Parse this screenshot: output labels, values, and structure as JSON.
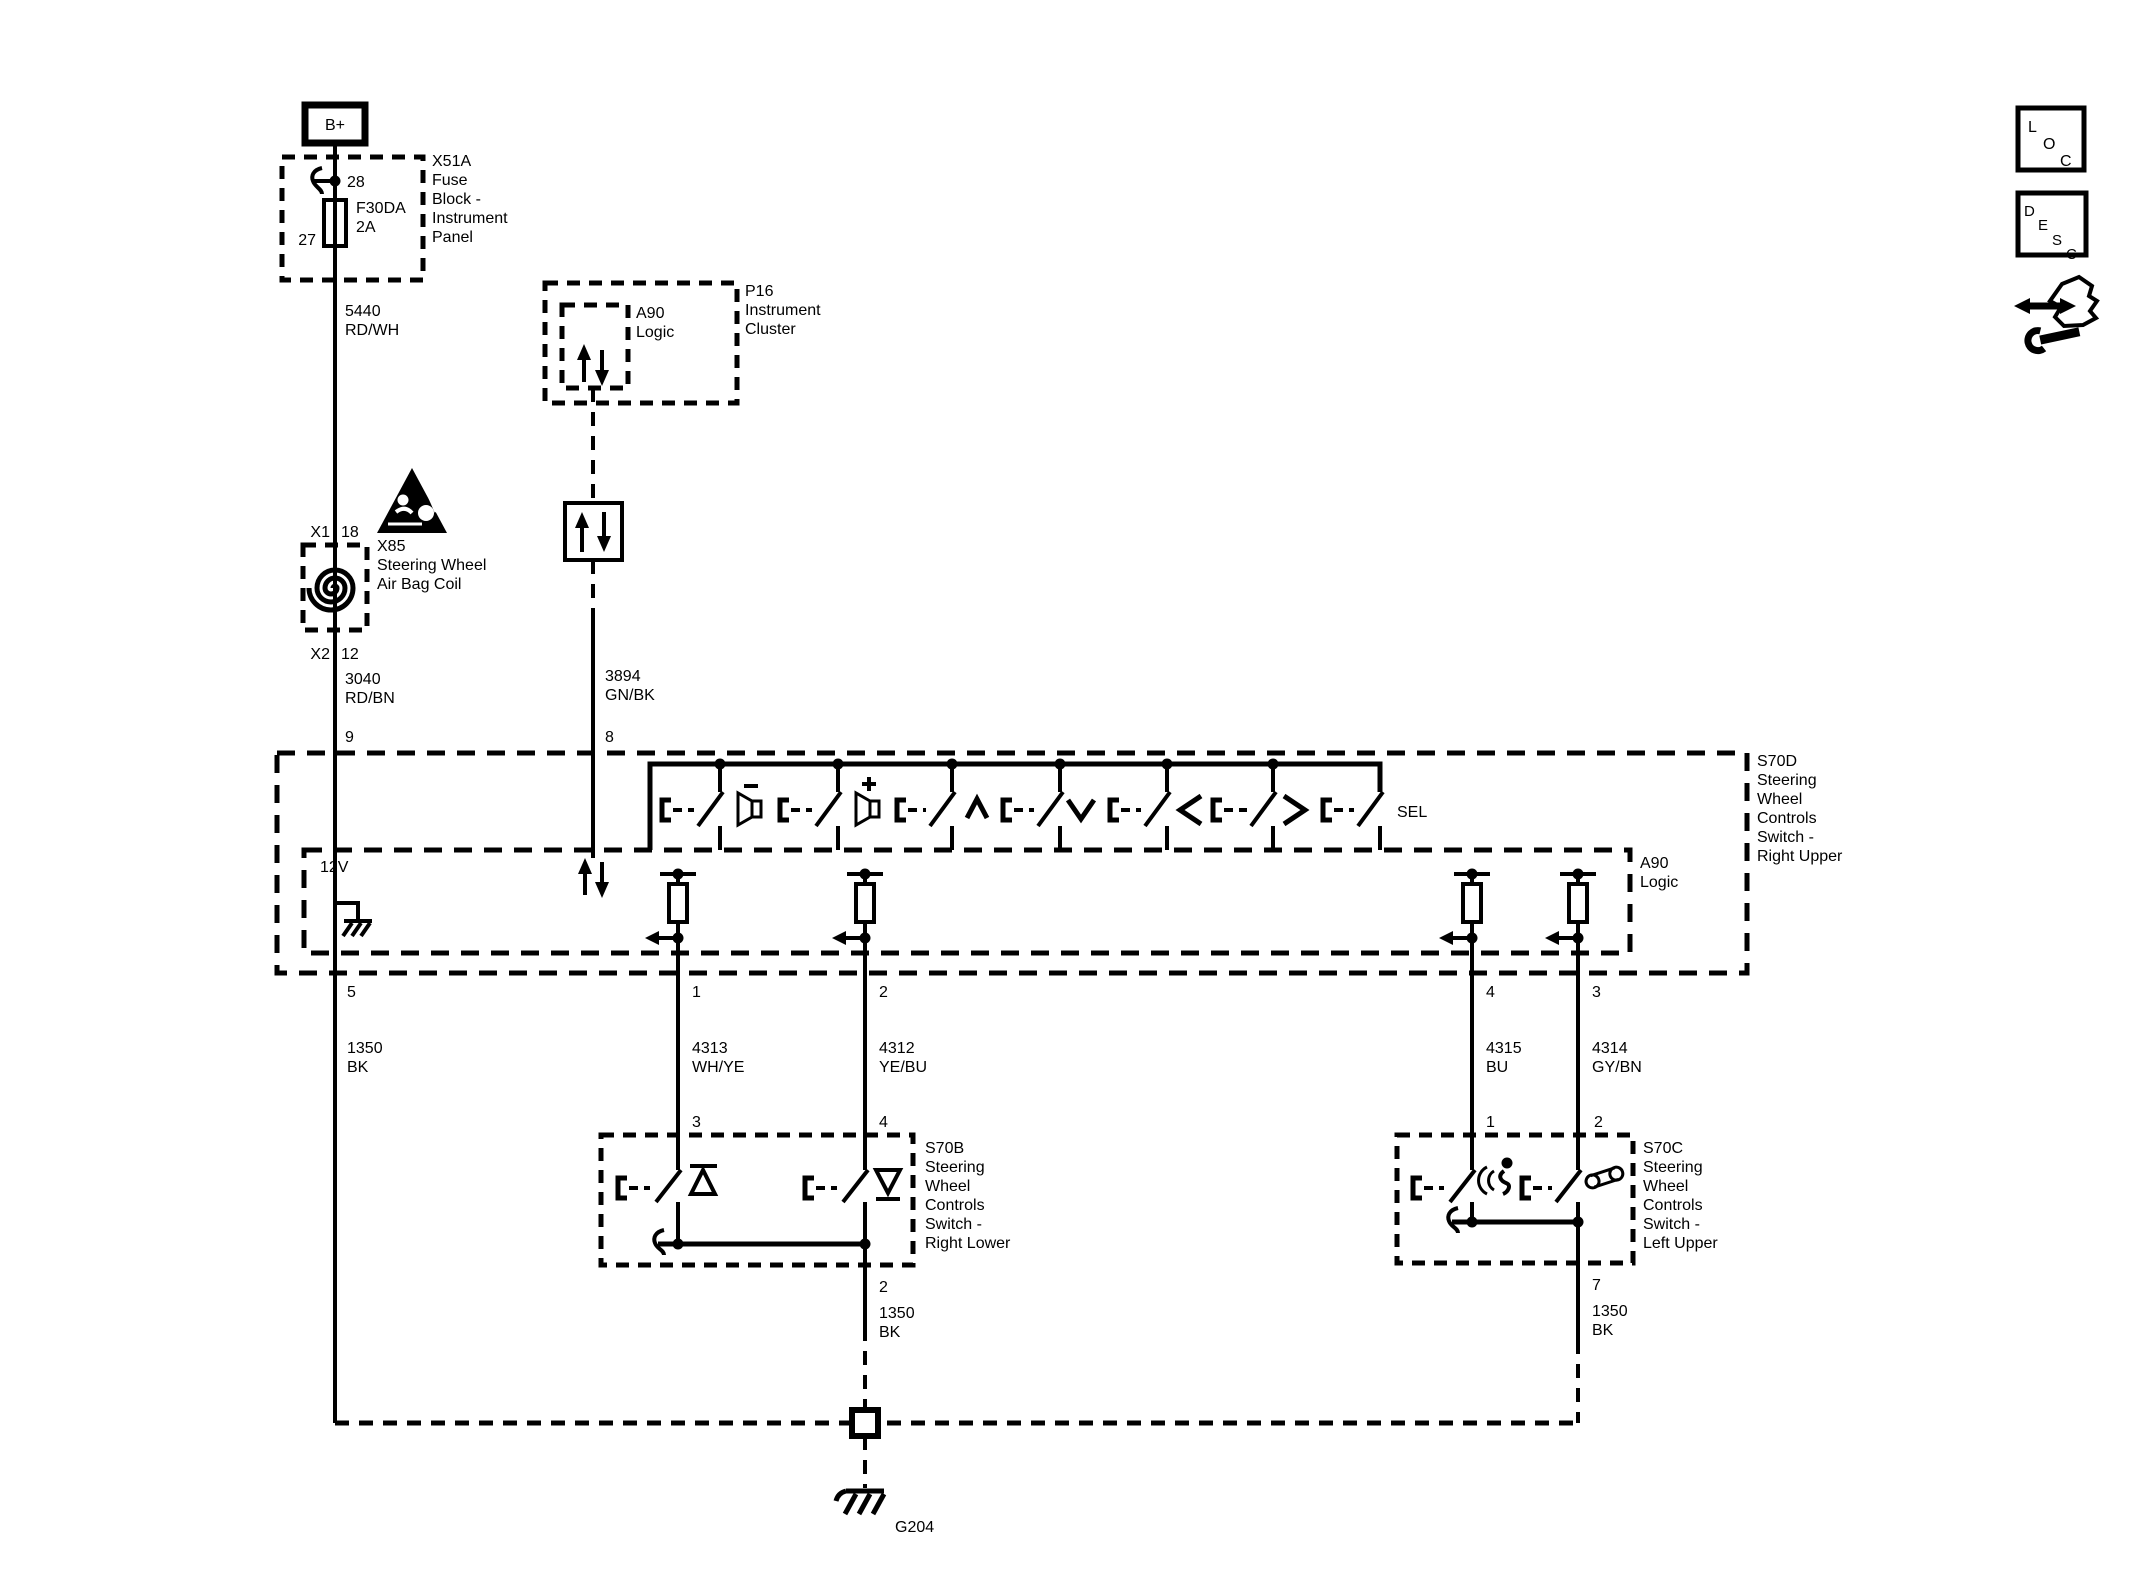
{
  "power": {
    "label": "B+"
  },
  "fuse_block": {
    "title": [
      "X51A",
      "Fuse",
      "Block -",
      "Instrument",
      "Panel"
    ],
    "pin_top": "28",
    "pin_bottom": "27",
    "fuse_name": "F30DA",
    "fuse_rating": "2A"
  },
  "wire_5440": [
    "5440",
    "RD/WH"
  ],
  "airbag": {
    "conn_top": "X1",
    "pin_top": "18",
    "title": [
      "X85",
      "Steering Wheel",
      "Air Bag Coil"
    ],
    "conn_bottom": "X2",
    "pin_bottom": "12"
  },
  "wire_3040": [
    "3040",
    "RD/BN"
  ],
  "cluster": {
    "logic_title": [
      "A90",
      "Logic"
    ],
    "title": [
      "P16",
      "Instrument",
      "Cluster"
    ]
  },
  "wire_3894": [
    "3894",
    "GN/BK"
  ],
  "s70d": {
    "pin_left": "9",
    "pin_right": "8",
    "title": [
      "S70D",
      "Steering",
      "Wheel",
      "Controls",
      "Switch -",
      "Right Upper"
    ],
    "sel": "SEL",
    "logic_title": [
      "A90",
      "Logic"
    ],
    "supply": "12V",
    "pins_out": [
      "5",
      "1",
      "2",
      "4",
      "3"
    ]
  },
  "wire_1350_left": [
    "1350",
    "BK"
  ],
  "wire_4313": [
    "4313",
    "WH/YE"
  ],
  "wire_4312": [
    "4312",
    "YE/BU"
  ],
  "wire_4315": [
    "4315",
    "BU"
  ],
  "wire_4314": [
    "4314",
    "GY/BN"
  ],
  "s70b": {
    "pin_in_left": "3",
    "pin_in_right": "4",
    "title": [
      "S70B",
      "Steering",
      "Wheel",
      "Controls",
      "Switch -",
      "Right Lower"
    ],
    "pin_out": "2"
  },
  "wire_1350_center": [
    "1350",
    "BK"
  ],
  "s70c": {
    "pin_in_left": "1",
    "pin_in_right": "2",
    "title": [
      "S70C",
      "Steering",
      "Wheel",
      "Controls",
      "Switch -",
      "Left Upper"
    ],
    "pin_out": "7"
  },
  "wire_1350_right": [
    "1350",
    "BK"
  ],
  "ground": {
    "label": "G204"
  },
  "nav": {
    "loc": [
      "L",
      "O",
      "C"
    ],
    "desc": [
      "D",
      "E",
      "S",
      "C"
    ]
  },
  "icons": {
    "airbag_warning": "airbag-warning-triangle",
    "coil": "clockspring-coil",
    "bidirectional": "up-down-arrows",
    "volume_down": "speaker-minus",
    "volume_up": "speaker-plus",
    "up_chevron": "chevron-up",
    "down_chevron": "chevron-down",
    "left_chevron": "chevron-left",
    "right_chevron": "chevron-right",
    "seek_up": "triangle-up-bar",
    "seek_down": "triangle-down-bar",
    "voice": "voice-recognition",
    "phone": "phone-handset",
    "ground": "chassis-ground",
    "splice": "splice-box",
    "repair": "wrench-arrow"
  },
  "colors": {
    "ink": "#000000",
    "bg": "#ffffff"
  }
}
